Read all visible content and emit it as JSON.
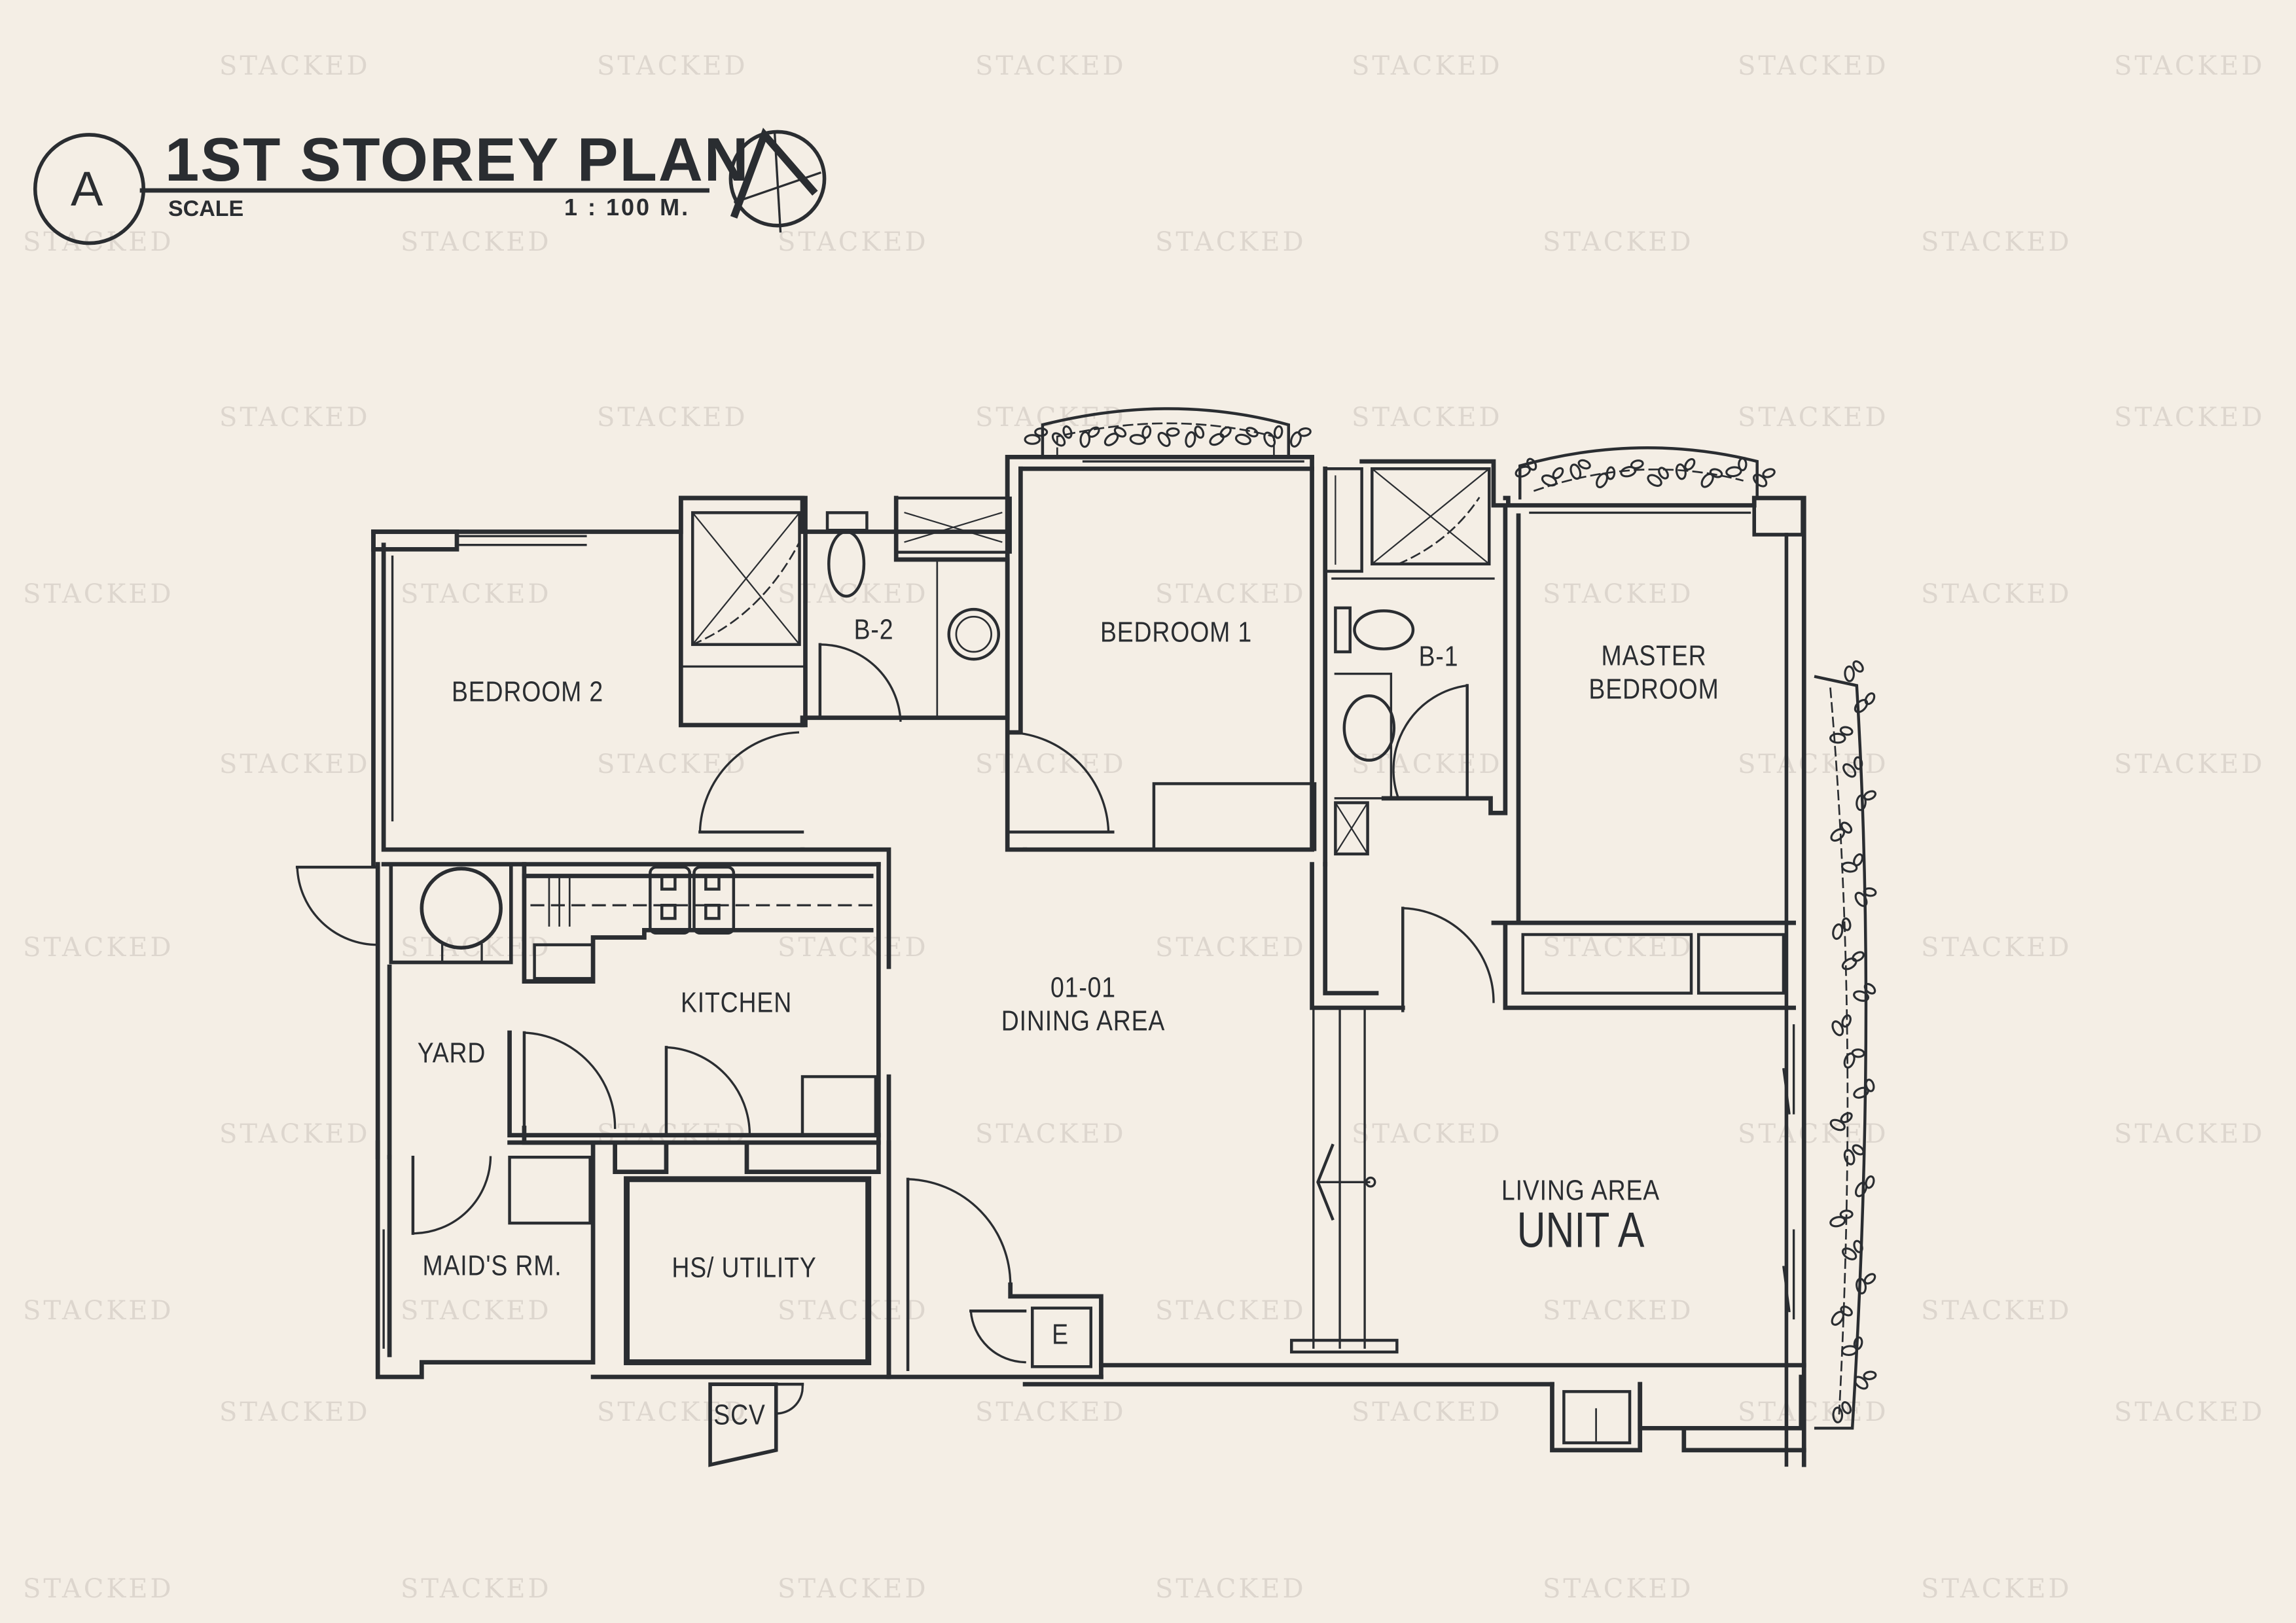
{
  "title_block": {
    "callout_letter": "A",
    "title": "1ST STOREY PLAN",
    "scale_label": "SCALE",
    "scale_value": "1 : 100 M.",
    "north_arrow": "north-arrow-icon"
  },
  "watermark": "STACKED",
  "unit": {
    "number": "01-01",
    "name": "UNIT A"
  },
  "rooms": {
    "bedroom2": "BEDROOM 2",
    "bedroom1": "BEDROOM 1",
    "master_bedroom_line1": "MASTER",
    "master_bedroom_line2": "BEDROOM",
    "bath2": "B-2",
    "bath1": "B-1",
    "kitchen": "KITCHEN",
    "yard": "YARD",
    "maids_room": "MAID'S RM.",
    "hs_utility": "HS/ UTILITY",
    "dining_number": "01-01",
    "dining": "DINING AREA",
    "living": "LIVING AREA",
    "unit_label": "UNIT A",
    "electrical": "E",
    "scv": "SCV"
  },
  "colors": {
    "background": "#F4EEE5",
    "ink": "#2a2d31",
    "watermark": "#DDD6CE"
  }
}
